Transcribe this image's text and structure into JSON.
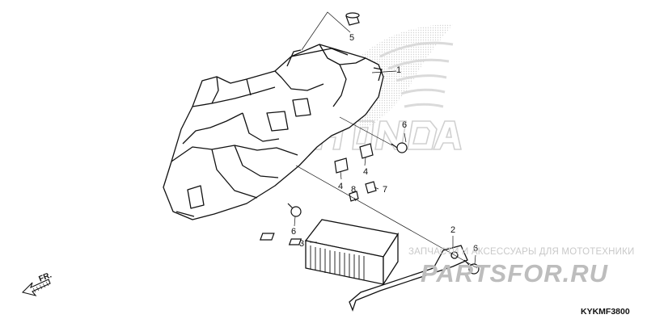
{
  "callouts": [
    {
      "id": "1",
      "text": "1"
    },
    {
      "id": "2",
      "text": "2"
    },
    {
      "id": "3",
      "text": "3"
    },
    {
      "id": "4a",
      "text": "4"
    },
    {
      "id": "4b",
      "text": "4"
    },
    {
      "id": "5",
      "text": "5"
    },
    {
      "id": "6a",
      "text": "6"
    },
    {
      "id": "6b",
      "text": "6"
    },
    {
      "id": "6c",
      "text": "6"
    },
    {
      "id": "7",
      "text": "7"
    },
    {
      "id": "8",
      "text": "8"
    }
  ],
  "front_label": "FR.",
  "drawing_code": "KYKMF3800",
  "watermark": {
    "line": "ЗАПЧАСТИ И АКСЕССУАРЫ ДЛЯ МОТОТЕХНИКИ",
    "brand": "PARTSFOR.RU"
  },
  "colors": {
    "ink": "#111111",
    "watermark": "#c9c9c9",
    "honda_mark": "#d6d6d6"
  }
}
